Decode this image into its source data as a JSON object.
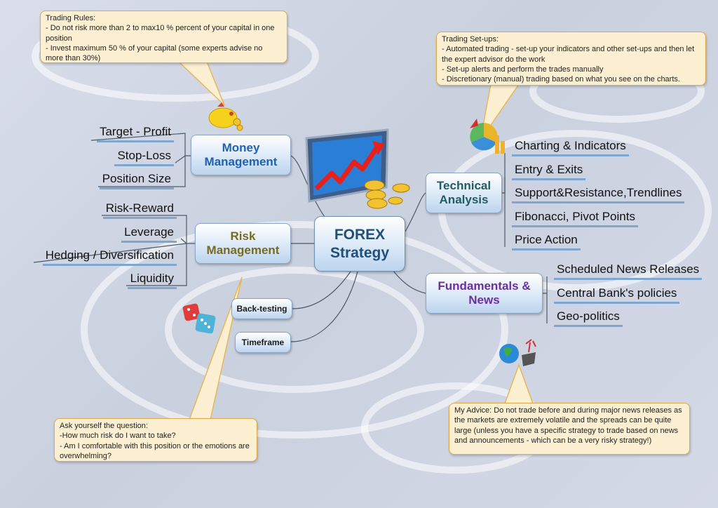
{
  "center": {
    "label_line1": "FOREX",
    "label_line2": "Strategy"
  },
  "branches": {
    "money": {
      "label_line1": "Money",
      "label_line2": "Management",
      "color": "#1c62b5",
      "leaves": [
        "Target - Profit",
        "Stop-Loss",
        "Position Size"
      ]
    },
    "risk": {
      "label_line1": "Risk",
      "label_line2": "Management",
      "color": "#7a6a1e",
      "leaves": [
        "Risk-Reward",
        "Leverage",
        "Hedging / Diversification",
        "Liquidity"
      ]
    },
    "technical": {
      "label_line1": "Technical",
      "label_line2": "Analysis",
      "color": "#1f5d63",
      "leaves": [
        "Charting & Indicators",
        "Entry & Exits",
        "Support&Resistance,Trendlines",
        "Fibonacci, Pivot Points",
        "Price Action"
      ]
    },
    "fundamentals": {
      "label_line1": "Fundamentals &",
      "label_line2": "News",
      "color": "#6b2f9e",
      "leaves": [
        "Scheduled News Releases",
        "Central Bank's policies",
        "Geo-politics"
      ]
    },
    "backtesting": {
      "label": "Back-testing"
    },
    "timeframe": {
      "label": "Timeframe"
    }
  },
  "notes": {
    "trading_rules": {
      "title": "Trading Rules:",
      "lines": [
        "- Do not risk more than 2  to  max10 % percent of your capital in one position",
        "- Invest maximum 50 % of your capital (some experts advise no more than 30%)"
      ]
    },
    "trading_setups": {
      "title": "Trading Set-ups:",
      "lines": [
        " - Automated trading -  set-up your indicators and other set-ups and then let the expert advisor do the work",
        "  - Set-up alerts and perform the trades manually",
        "  - Discretionary (manual) trading  based on what you see on the charts."
      ]
    },
    "ask_yourself": {
      "title": "Ask yourself the question:",
      "lines": [
        "-How much risk do I want to take?",
        "- Am I comfortable with this position or the emotions are overwhelming?"
      ]
    },
    "advice": {
      "text": "My Advice: Do not trade before and during major news releases as the markets are extremely volatile and the spreads can be quite large (unless you have a specific strategy to trade based on news and announcements - which can be a very risky strategy!)"
    }
  },
  "icons": [
    "piggy-bank-icon",
    "rising-chart-icon",
    "gold-coins-icon",
    "pie-chart-icon",
    "dice-icon",
    "globe-icon"
  ],
  "colors": {
    "leaf_underline": "#7ea6cf",
    "note_bg": "#fdf0d2",
    "note_border": "#e0a84a",
    "connector": "#4a5a6a",
    "callout": "#e6b75a"
  }
}
